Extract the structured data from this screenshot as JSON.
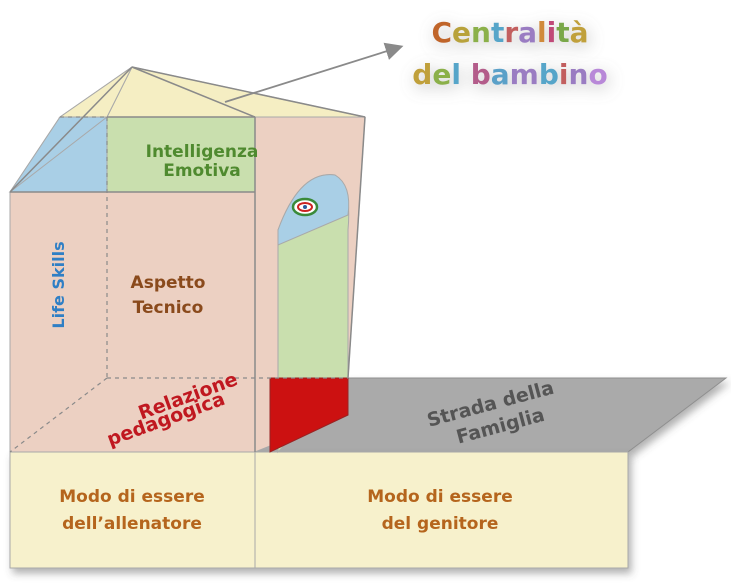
{
  "title": {
    "line1": [
      {
        "ch": "C",
        "color": "#c0652b"
      },
      {
        "ch": "e",
        "color": "#b8a23a"
      },
      {
        "ch": "n",
        "color": "#8bb04a"
      },
      {
        "ch": "t",
        "color": "#56a5c9"
      },
      {
        "ch": "r",
        "color": "#c25e5e"
      },
      {
        "ch": "a",
        "color": "#9a7cc2"
      },
      {
        "ch": "l",
        "color": "#d08a3a"
      },
      {
        "ch": "i",
        "color": "#c04a78"
      },
      {
        "ch": "t",
        "color": "#7aa84a"
      },
      {
        "ch": "à",
        "color": "#c0a03a"
      }
    ],
    "line2": [
      {
        "ch": "d",
        "color": "#c0a03a"
      },
      {
        "ch": "e",
        "color": "#8bb04a"
      },
      {
        "ch": "l",
        "color": "#56a5c9"
      },
      {
        "ch": " ",
        "color": "#000000"
      },
      {
        "ch": "b",
        "color": "#b35c8a"
      },
      {
        "ch": "a",
        "color": "#5aa0c8"
      },
      {
        "ch": "m",
        "color": "#9a7cc2"
      },
      {
        "ch": "b",
        "color": "#56a5c9"
      },
      {
        "ch": "i",
        "color": "#c25e5e"
      },
      {
        "ch": "n",
        "color": "#9a7cc2"
      },
      {
        "ch": "o",
        "color": "#b888d8"
      }
    ]
  },
  "labels": {
    "top_face_line1": "Intelligenza",
    "top_face_line2": "Emotiva",
    "left_side": "Life Skills",
    "front_line1": "Aspetto",
    "front_line2": "Tecnico",
    "diagonal_line1": "Relazione",
    "diagonal_line2": "pedagogica",
    "road_line1": "Strada della",
    "road_line2": "Famiglia",
    "base_left_line1": "Modo di essere",
    "base_left_line2": "dell’allenatore",
    "base_right_line1": "Modo di essere",
    "base_right_line2": "del genitore"
  },
  "colors": {
    "roof": "#f5eec3",
    "roof_side": "#a9cfe6",
    "green_face": "#c9dfae",
    "cube_face": "#ecd0c2",
    "base": "#f7f1cc",
    "road": "#aaaaaa",
    "red_block": "#cc1111",
    "blue_text": "#2f7fc5",
    "brown_text": "#8a4a1c",
    "green_text": "#4f8a2f",
    "red_text": "#c01820",
    "road_text": "#555555",
    "base_text": "#b5651d"
  }
}
